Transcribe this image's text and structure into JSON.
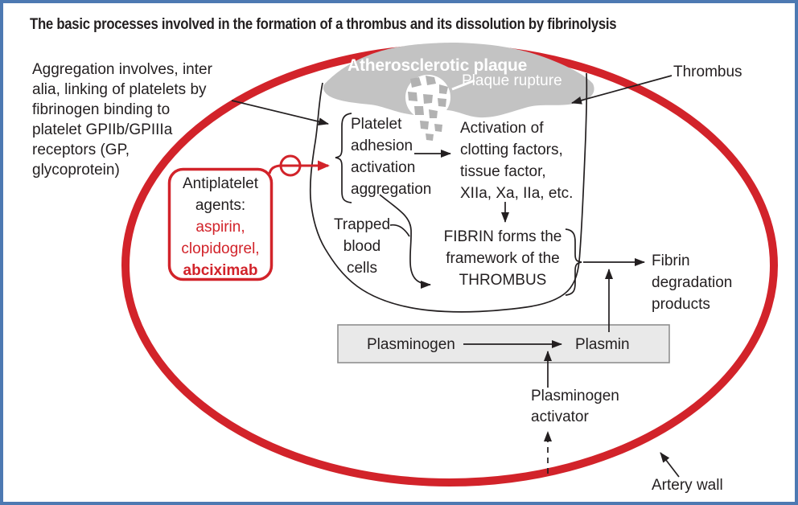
{
  "colors": {
    "red": "#d2232a",
    "ink": "#231f20",
    "plaque_gray": "#c3c3c3",
    "fragment_gray": "#b2b2b2",
    "reaction_box_fill": "#e9e9e9",
    "reaction_box_border": "#8f8f8f",
    "frame_blue": "#4d79b2",
    "white": "#ffffff"
  },
  "title": "The basic processes involved in the formation of a thrombus and its dissolution by fibrinolysis",
  "aggregation_note": {
    "lines": [
      "Aggregation involves, inter",
      "alia, linking of platelets by",
      "fibrinogen binding to",
      "platelet GPIIb/GPIIIa",
      "receptors (GP,",
      "glycoprotein)"
    ]
  },
  "plaque": {
    "title": "Atherosclerotic plaque",
    "rupture_label": "Plaque rupture"
  },
  "antiplatelet": {
    "heading1": "Antiplatelet",
    "heading2": "agents:",
    "drugs": [
      "aspirin,",
      "clopidogrel,",
      "abciximab"
    ]
  },
  "platelet": {
    "lines": [
      "Platelet",
      "adhesion",
      "activation",
      "aggregation"
    ]
  },
  "clotting": {
    "lines": [
      "Activation of",
      "clotting factors,",
      "tissue factor,",
      "XIIa, Xa, IIa, etc."
    ]
  },
  "trapped": {
    "lines": [
      "Trapped",
      "blood",
      "cells"
    ]
  },
  "fibrin": {
    "lines": [
      "FIBRIN forms the",
      "framework of the",
      "THROMBUS"
    ]
  },
  "degradation": {
    "lines": [
      "Fibrin",
      "degradation",
      "products"
    ]
  },
  "plasmin_box": {
    "substrate": "Plasminogen",
    "product": "Plasmin"
  },
  "activator": {
    "lines": [
      "Plasminogen",
      "activator"
    ]
  },
  "labels": {
    "thrombus": "Thrombus",
    "artery_wall": "Artery wall"
  },
  "icons": {
    "inhibition": "minus-circle"
  }
}
